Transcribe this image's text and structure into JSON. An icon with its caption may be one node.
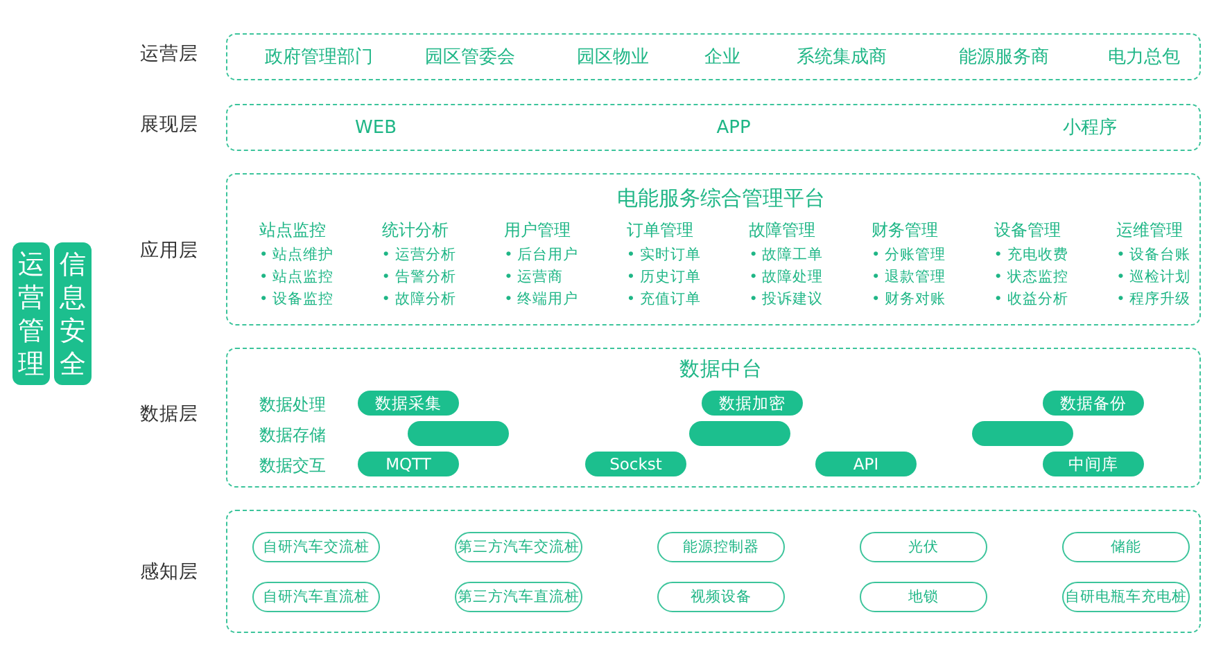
{
  "diagram": {
    "nodes": [
      {
        "text": [
          "运营管理"
        ]
      },
      {
        "text": [
          "信息安全"
        ]
      },
      {
        "text": [
          "运营层",
          "政府管理部门",
          "园区管委会",
          "园区物业",
          "企业",
          "系统集成商",
          "能源服务商",
          "电力总包"
        ]
      },
      {
        "text": [
          "展现层",
          "WEB",
          "APP",
          "小程序"
        ]
      },
      {
        "text": [
          "应用层",
          "电能服务综合管理平台",
          "站点监控",
          "• 站点维护",
          "• 站点监控",
          "• 设备监控",
          "统计分析",
          "• 运营分析",
          "• 告警分析",
          "• 故障分析",
          "用户管理",
          "• 后台用户",
          "• 运营商",
          "• 终端用户",
          "订单管理",
          "• 实时订单",
          "• 历史订单",
          "• 充值订单",
          "故障管理",
          "• 故障工单",
          "• 故障处理",
          "• 投诉建议",
          "财务管理",
          "• 分账管理",
          "• 退款管理",
          "• 财务对账",
          "设备管理",
          "• 充电收费",
          "• 状态监控",
          "• 收益分析",
          "运维管理",
          "• 设备台账",
          "• 巡检计划",
          "• 程序升级"
        ]
      },
      {
        "text": [
          "数据层",
          "数据中台",
          "数据处理",
          "数据存储",
          "数据交互"
        ]
      },
      {
        "text": [
          "数据采集"
        ],
        "in": 5
      },
      {
        "text": [
          "数据加密"
        ],
        "in": 5
      },
      {
        "text": [
          "数据备份"
        ],
        "in": 5
      },
      {
        "text": [],
        "shape": "box",
        "in": 5
      },
      {
        "text": [],
        "shape": "box",
        "in": 5
      },
      {
        "text": [],
        "shape": "box",
        "in": 5
      },
      {
        "text": [
          "MQTT"
        ],
        "in": 5
      },
      {
        "text": [
          "Sockst"
        ],
        "in": 5
      },
      {
        "text": [
          "API"
        ],
        "in": 5
      },
      {
        "text": [
          "中间库"
        ],
        "in": 5
      },
      {
        "text": [
          "感知层"
        ]
      },
      {
        "text": [
          "自研汽车交流桩"
        ],
        "in": 16
      },
      {
        "text": [
          "第三方汽车交流桩"
        ],
        "in": 16
      },
      {
        "text": [
          "能源控制器"
        ],
        "in": 16
      },
      {
        "text": [
          "光伏"
        ],
        "in": 16
      },
      {
        "text": [
          "储能"
        ],
        "in": 16
      },
      {
        "text": [
          "自研汽车直流桩"
        ],
        "in": 16
      },
      {
        "text": [
          "第三方汽车直流桩"
        ],
        "in": 16
      },
      {
        "text": [
          "视频设备"
        ],
        "in": 16
      },
      {
        "text": [
          "地锁"
        ],
        "in": 16
      },
      {
        "text": [
          "自研电瓶车充电桩"
        ],
        "in": 16
      }
    ]
  }
}
